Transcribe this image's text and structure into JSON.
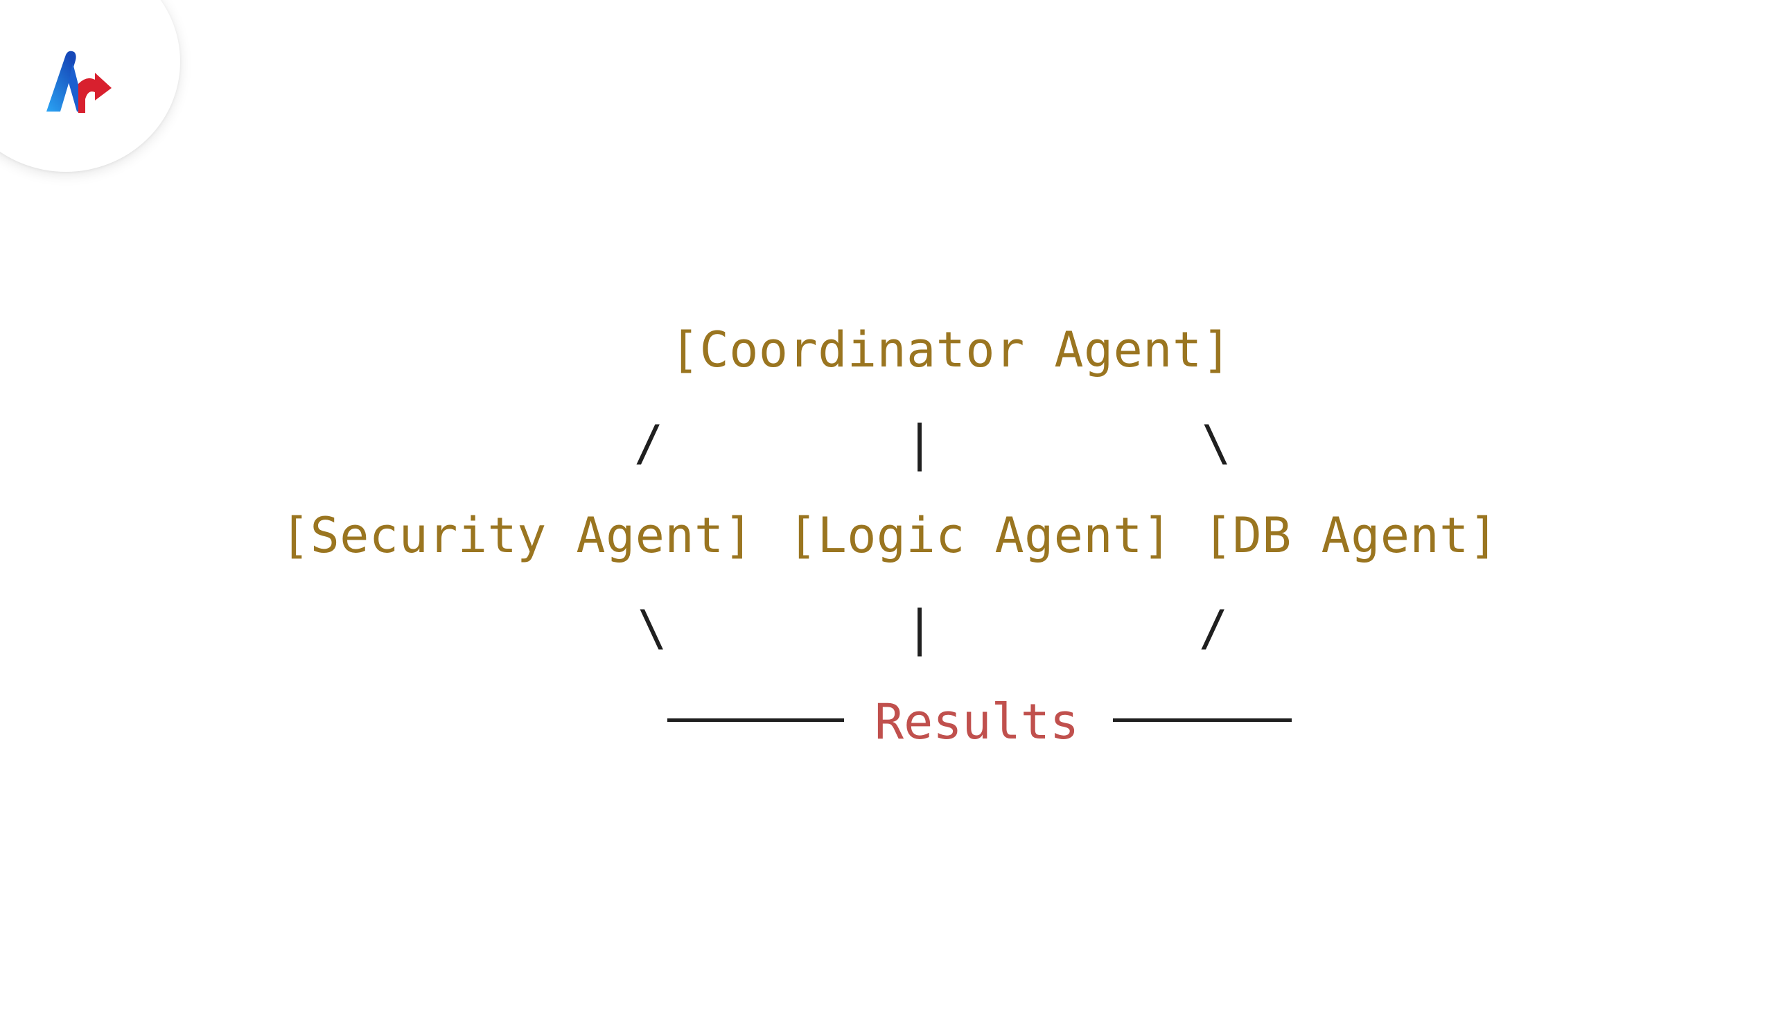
{
  "colors": {
    "node": "#9a7520",
    "connector": "#1f1f1f",
    "result": "#c0504d",
    "logo_blue": "#1d6fd8",
    "logo_red": "#d8202e"
  },
  "logo": {
    "icon": "brand-logo-icon"
  },
  "diagram": {
    "coordinator": "[Coordinator Agent]",
    "security": "[Security Agent]",
    "logic": "[Logic Agent]",
    "db": "[DB Agent]",
    "results": "Results",
    "top_left_connector": "/",
    "top_center_connector": "|",
    "top_right_connector": "\\",
    "bottom_left_connector": "\\",
    "bottom_center_connector": "|",
    "bottom_right_connector": "/"
  }
}
